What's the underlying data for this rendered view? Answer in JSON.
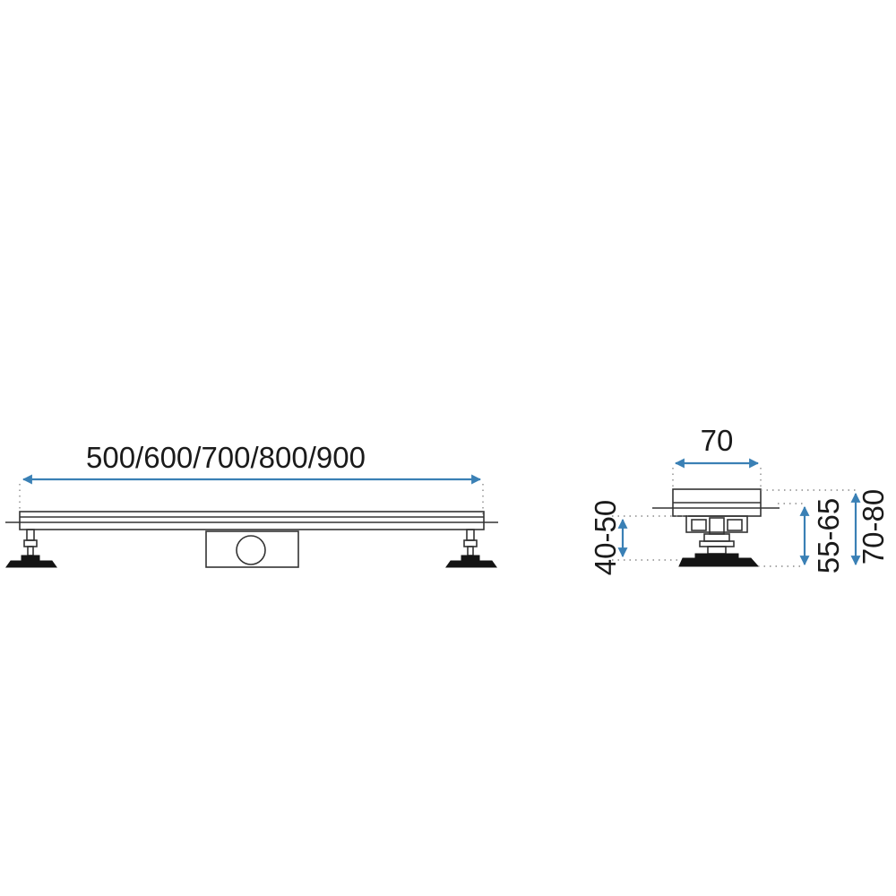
{
  "dimensions": {
    "length": "500/600/700/800/900",
    "width": "70",
    "height_inner": "40-50",
    "height_middle": "55-65",
    "height_outer": "70-80"
  },
  "colors": {
    "arrow": "#3a80b5",
    "line": "#333333",
    "solid": "#141414",
    "guide": "#8a8a8a"
  }
}
